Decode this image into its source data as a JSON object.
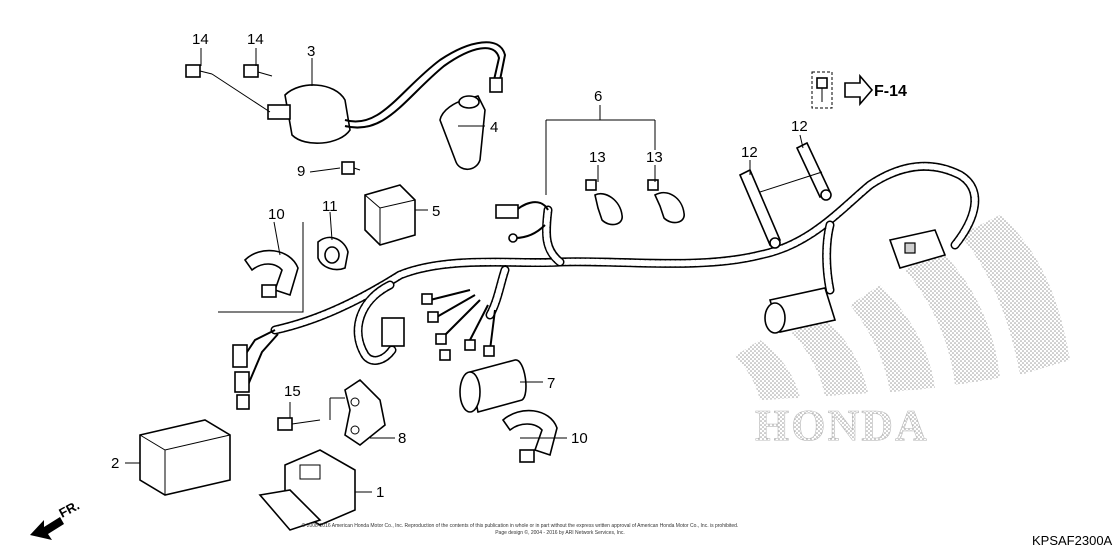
{
  "diagram": {
    "code": "KPSAF2300A",
    "watermark": "HONDA",
    "ref_page": "F-14",
    "direction": "FR.",
    "copyright_line1": "© 2008-2016 American Honda Motor Co., Inc. Reproduction of the contents of this publication in whole or in part without the express written approval of American Honda Motor Co., Inc. is prohibited.",
    "copyright_line2": "Page design ©, 2004 - 2016 by ARI Network Services, Inc.",
    "callouts": {
      "c1": "1",
      "c2": "2",
      "c3": "3",
      "c4": "4",
      "c5": "5",
      "c6": "6",
      "c7": "7",
      "c8": "8",
      "c9": "9",
      "c10a": "10",
      "c10b": "10",
      "c11": "11",
      "c12a": "12",
      "c12b": "12",
      "c13a": "13",
      "c13b": "13",
      "c14a": "14",
      "c14b": "14",
      "c15": "15"
    }
  }
}
